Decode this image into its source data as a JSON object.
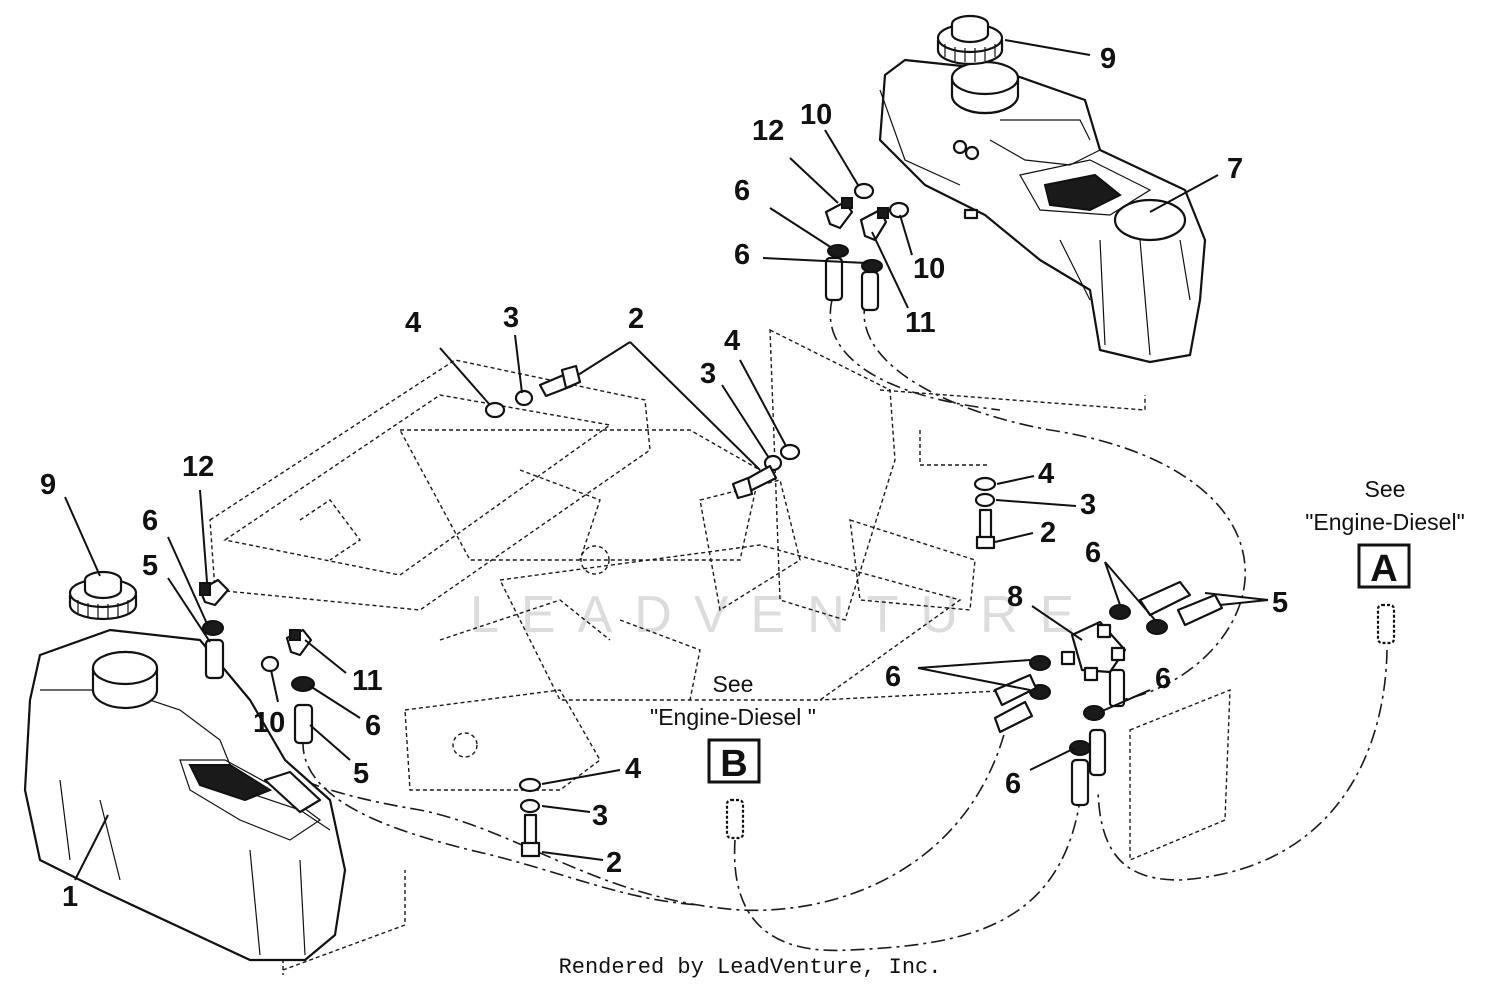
{
  "diagram": {
    "footer": "Rendered by LeadVenture, Inc.",
    "watermark": "LEADVENTURE",
    "references": {
      "a": {
        "see": "See",
        "label": "\"Engine-Diesel\"",
        "letter": "A"
      },
      "b": {
        "see": "See",
        "label": "\"Engine-Diesel \"",
        "letter": "B"
      }
    },
    "callouts": [
      "9",
      "12",
      "10",
      "6",
      "6",
      "7",
      "10",
      "11",
      "4",
      "3",
      "2",
      "4",
      "3",
      "4",
      "3",
      "2",
      "9",
      "12",
      "6",
      "5",
      "11",
      "10",
      "6",
      "5",
      "8",
      "6",
      "5",
      "6",
      "6",
      "6",
      "4",
      "3",
      "2",
      "1"
    ]
  }
}
